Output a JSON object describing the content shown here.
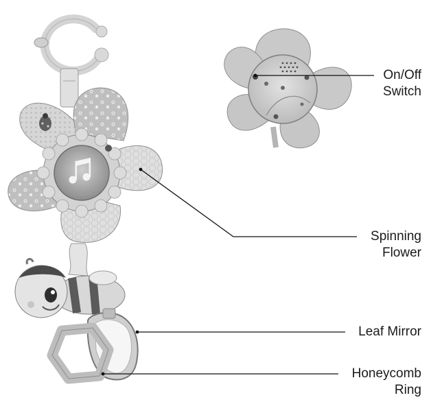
{
  "figure": {
    "callouts": [
      {
        "id": "on-off-switch",
        "lines": [
          "On/Off",
          "Switch"
        ]
      },
      {
        "id": "spinning-flower",
        "lines": [
          "Spinning",
          "Flower"
        ]
      },
      {
        "id": "leaf-mirror",
        "lines": [
          "Leaf Mirror"
        ]
      },
      {
        "id": "honeycomb-ring",
        "lines": [
          "Honeycomb",
          "Ring"
        ]
      }
    ],
    "illustration": {
      "toy": "flower-bee-rattle-toy",
      "detail": "flower-back-view",
      "colors": {
        "plastic": "#cfcfcf",
        "dark": "#555555",
        "outline": "#8a8a8a",
        "line": "#111111"
      }
    }
  }
}
